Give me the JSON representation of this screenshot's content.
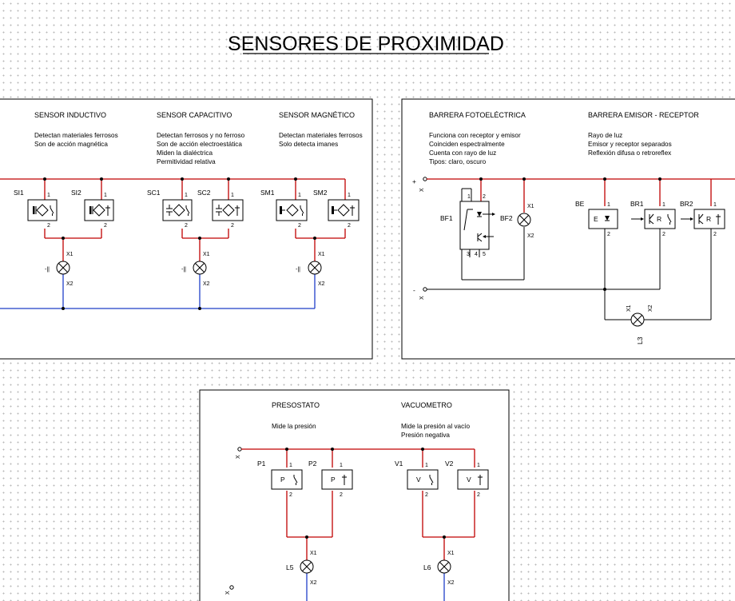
{
  "title": "SENSORES DE PROXIMIDAD",
  "panels": {
    "proximity": {
      "inductive": {
        "heading": "SENSOR INDUCTIVO",
        "lines": [
          "Detectan materiales ferrosos",
          "Son de acción magnética"
        ]
      },
      "capacitive": {
        "heading": "SENSOR CAPACITIVO",
        "lines": [
          "Detectan ferrosos y no ferroso",
          "Son de acción electroestática",
          "Miden la dialéctrica",
          "Permitividad relativa"
        ]
      },
      "magnetic": {
        "heading": "SENSOR MAGNÉTICO",
        "lines": [
          "Detectan materiales ferrosos",
          "Solo detecta imanes"
        ]
      }
    },
    "optical": {
      "photoelectric": {
        "heading": "BARRERA FOTOELÉCTRICA",
        "lines": [
          "Funciona con receptor y emisor",
          "Coinciden espectralmente",
          "Cuenta con rayo de luz",
          "Tipos: claro, oscuro"
        ]
      },
      "emitter_receiver": {
        "heading": "BARRERA EMISOR - RECEPTOR",
        "lines": [
          "Rayo de luz",
          "Emisor y receptor separados",
          "Reflexión difusa o retroreflex"
        ]
      }
    },
    "pressure": {
      "pressure_switch": {
        "heading": "PRESOSTATO",
        "lines": [
          "Mide la presión"
        ]
      },
      "vacuum_gauge": {
        "heading": "VACUOMETRO",
        "lines": [
          "Mide la presión al vacío",
          "Presión negativa"
        ]
      }
    }
  },
  "components": {
    "SI1": "SI1",
    "SI2": "SI2",
    "SC1": "SC1",
    "SC2": "SC2",
    "SM1": "SM1",
    "SM2": "SM2",
    "BF1": "BF1",
    "BF2": "BF2",
    "BE": "BE",
    "BR1": "BR1",
    "BR2": "BR2",
    "P1": "P1",
    "P2": "P2",
    "V1": "V1",
    "V2": "V2",
    "L3": "L3",
    "L5": "L5",
    "L6": "L6"
  },
  "device_letters": {
    "emitter": "E",
    "receiver": "R",
    "pressure": "P",
    "vacuum": "V"
  },
  "terminals": {
    "t1": "1",
    "t2": "2",
    "t3": "3",
    "t4": "4",
    "t5": "5",
    "x1": "X1",
    "x2": "X2"
  },
  "supply_marks": {
    "plus": "+",
    "minus": "-",
    "x": "X"
  },
  "colors": {
    "positive_line": "#c00000",
    "negative_line": "#1f3fc8",
    "grid_dot": "#b9b9b9"
  }
}
